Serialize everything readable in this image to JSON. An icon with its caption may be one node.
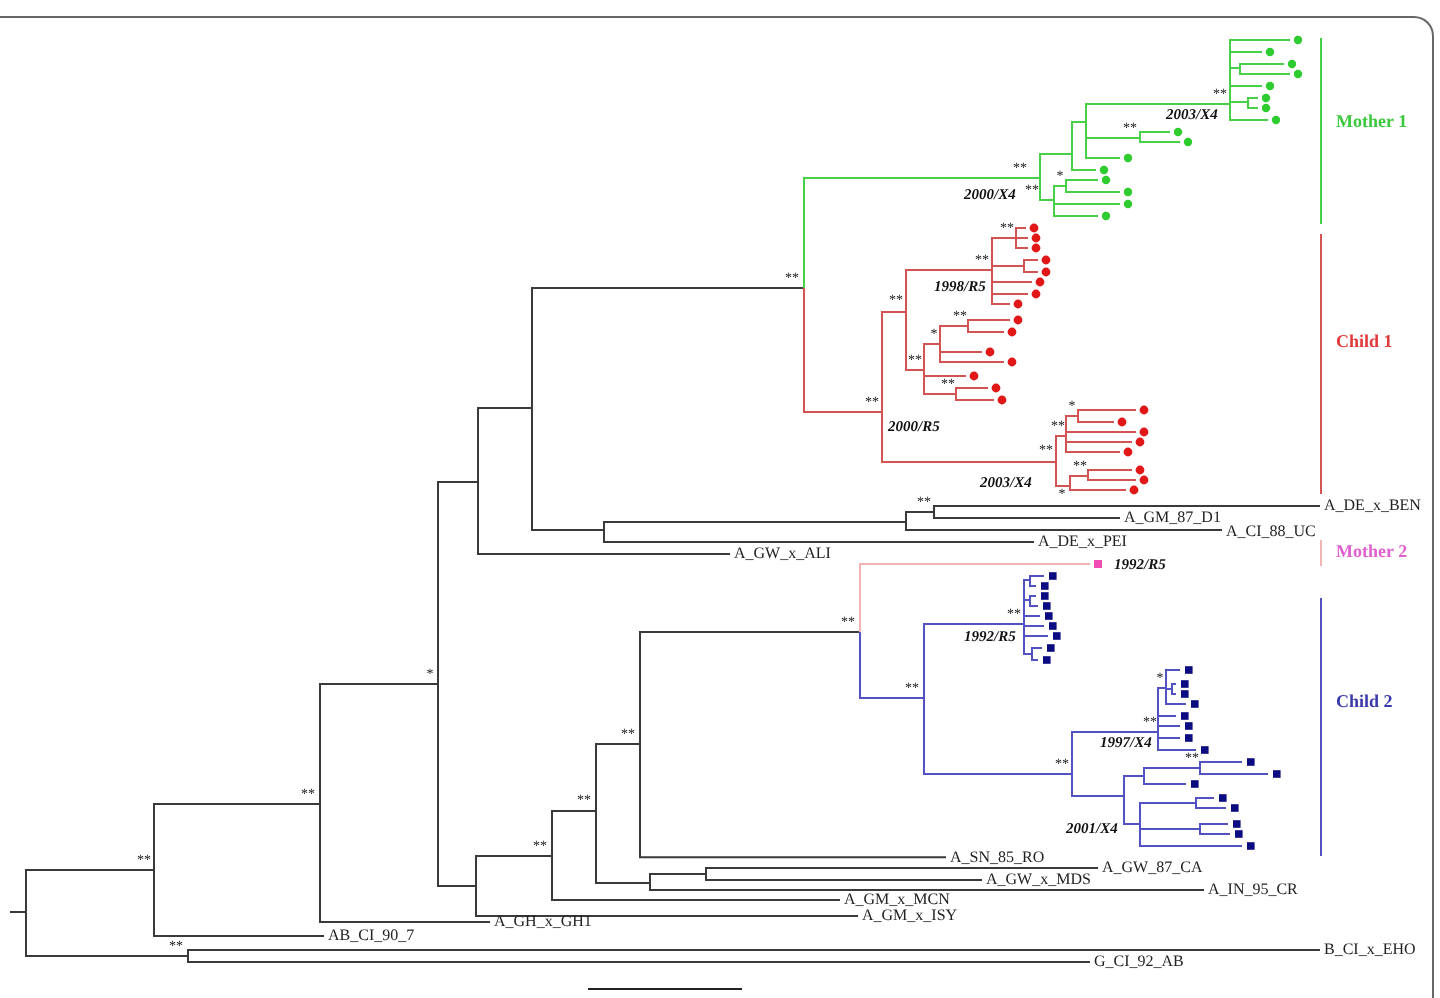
{
  "diagram": {
    "labels": [
      "**",
      "2003/X4",
      "Mother 1",
      "**",
      "**",
      "*",
      "2000/X4",
      "**",
      "**",
      "**",
      "**",
      "1998/R5",
      "**",
      "**",
      "Child 1",
      "*",
      "**",
      "**",
      "**",
      "2000/R5",
      "*",
      "**",
      "**",
      "**",
      "*",
      "2003/X4",
      "A_DE_x_BEN",
      "**",
      "A_GM_87_D1",
      "A_CI_88_UC",
      "A_DE_x_PEI",
      "Mother 2",
      "A_GW_x_ALI",
      "1992/R5",
      "**",
      "**",
      "1992/R5",
      "*",
      "*",
      "**",
      "Child 2",
      "**",
      "**",
      "1997/X4",
      "**",
      "**",
      "**",
      "**",
      "2001/X4",
      "**",
      "A_SN_85_RO",
      "**",
      "A_GW_87_CA",
      "A_GW_x_MDS",
      "A_IN_95_CR",
      "A_GM_x_MCN",
      "A_GM_x_ISY",
      "A_GH_x_GH1",
      "AB_CI_90_7",
      "**",
      "B_CI_x_EHO",
      "G_CI_92_AB"
    ]
  }
}
